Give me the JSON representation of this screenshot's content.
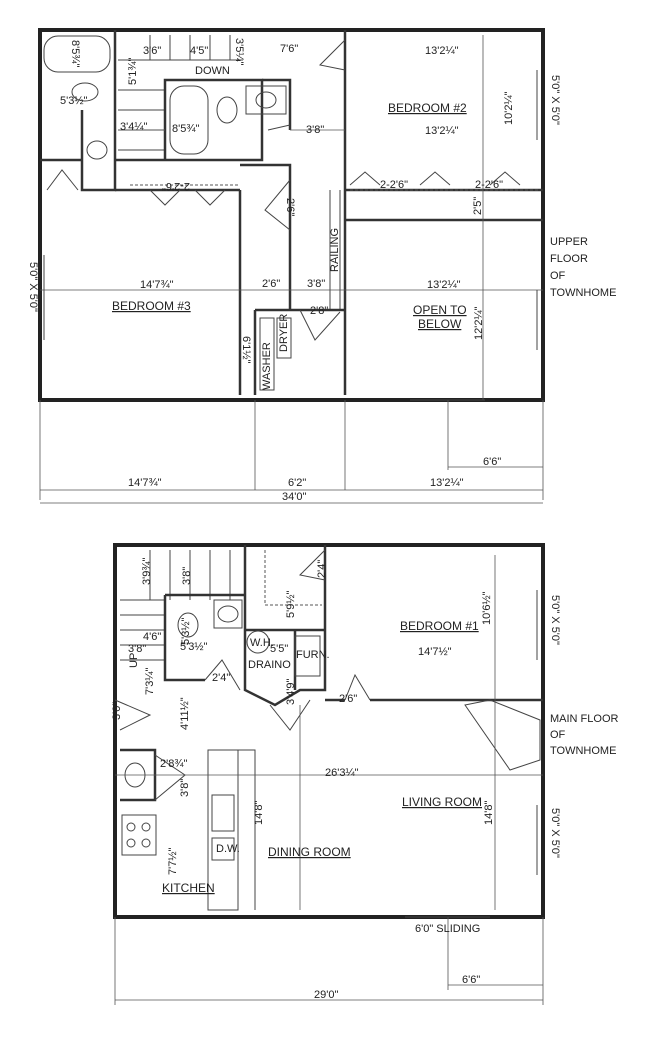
{
  "upper_floor": {
    "title_lines": [
      "UPPER",
      "FLOOR",
      "OF",
      "TOWNHOME"
    ],
    "rooms": {
      "bedroom_2": "BEDROOM #2",
      "bedroom_3": "BEDROOM #3",
      "open_to_below_1": "OPEN TO",
      "open_to_below_2": "BELOW",
      "railing": "RAILING",
      "dryer": "DRYER",
      "washer": "WASHER",
      "down": "DOWN"
    },
    "dimensions": {
      "bath1_tub": "8'5¾\"",
      "bath1_width": "5'3½\"",
      "stair_a": "3'6\"",
      "stair_b": "4'5\"",
      "stair_c": "3'5¼\"",
      "stair_d": "5'1¾\"",
      "stair_e": "3'4¼\"",
      "bath2_tub": "8'5¾\"",
      "hall_top": "7'6\"",
      "hall_mid": "3'8\"",
      "closet": "2-2'6\"",
      "closet_door": "2'6\"",
      "bed2_top": "13'2¼\"",
      "bed2_mid": "13'2¼\"",
      "bed2_depth": "10'2¼\"",
      "bed2_closet_a": "2-2'6\"",
      "bed2_closet_b": "2-2'6\"",
      "bed2_closet_depth": "2'5\"",
      "window_right": "5'0\" X 5'0\"",
      "window_left": "5'0\" X 5'0\"",
      "bed3_width": "14'7¾\"",
      "laundry_width": "2'6\"",
      "hall_width": "3'8\"",
      "hall_door": "2'8\"",
      "laundry_depth": "6'1½\"",
      "open_width": "13'2¼\"",
      "open_depth": "12'2¼\"",
      "overall_6_6": "6'6\"",
      "overall_a": "14'7¾\"",
      "overall_b": "6'2\"",
      "overall_c": "13'2¼\"",
      "overall_total": "34'0\""
    }
  },
  "main_floor": {
    "title_lines": [
      "MAIN FLOOR",
      "OF",
      "TOWNHOME"
    ],
    "rooms": {
      "bedroom_1": "BEDROOM #1",
      "living_room": "LIVING ROOM",
      "dining_room": "DINING ROOM",
      "kitchen": "KITCHEN",
      "dw": "D.W.",
      "wh": "W.H.",
      "furn": "FURN.",
      "drain": "DRAINO",
      "up": "UP"
    },
    "dimensions": {
      "stair_a": "3'9¾\"",
      "stair_b": "3'8\"",
      "stair_c": "3'8\"",
      "stair_d": "4'6\"",
      "stair_e": "7'3¼\"",
      "bath_a": "5'3½\"",
      "bath_b": "5'3½\"",
      "closet": "5'9½\"",
      "closet_door": "2'4\"",
      "utility": "5'5\"",
      "utility_depth": "3'4'9\"",
      "bath_door": "2'4\"",
      "bed_door": "2'6\"",
      "entry_door": "3'0\"",
      "hall": "4'11½\"",
      "pantry": "2'8¾\"",
      "pantry_depth": "3'8\"",
      "kitchen_depth": "7'7½\"",
      "bed1_depth": "10'6½\"",
      "bed1_width": "14'7½\"",
      "living_width": "26'3¼\"",
      "dining_depth": "14'8\"",
      "living_depth": "14'8\"",
      "window_bed": "5'0\" X 5'0\"",
      "window_living": "5'0\" X 5'0\"",
      "sliding": "6'0\" SLIDING",
      "overall_6_6": "6'6\"",
      "overall_total": "29'0\""
    }
  }
}
